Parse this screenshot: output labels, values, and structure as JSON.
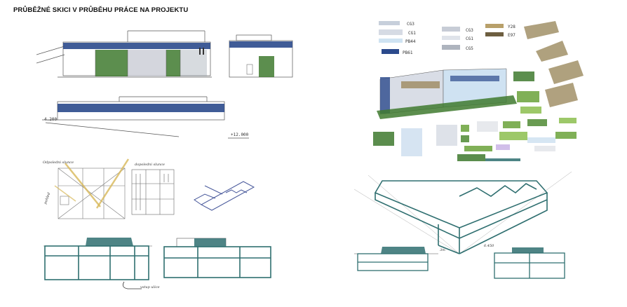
{
  "page": {
    "title": "PRŮBĚŽNÉ SKICI V PRŮBĚHU PRÁCE NA PROJEKTU"
  },
  "swatches": {
    "labels": [
      "CG3",
      "CG1",
      "PB44",
      "PB61",
      "CG3",
      "CG1",
      "CG5",
      "Y28",
      "E97"
    ]
  },
  "annotations": {
    "elevation_height": "4.200",
    "height_mark": "+12.000",
    "sun_left": "Odpoledni slunce",
    "sun_right": "dopoledni slunce",
    "street": "vstup ulice",
    "persp_h1": "3m",
    "persp_h2": "6.450"
  },
  "colors": {
    "navy": "#2b4a8c",
    "teal": "#2f6f70",
    "green": "#3f7a2f",
    "ochre": "#d8b85a",
    "sepia": "#9c8a5f"
  }
}
